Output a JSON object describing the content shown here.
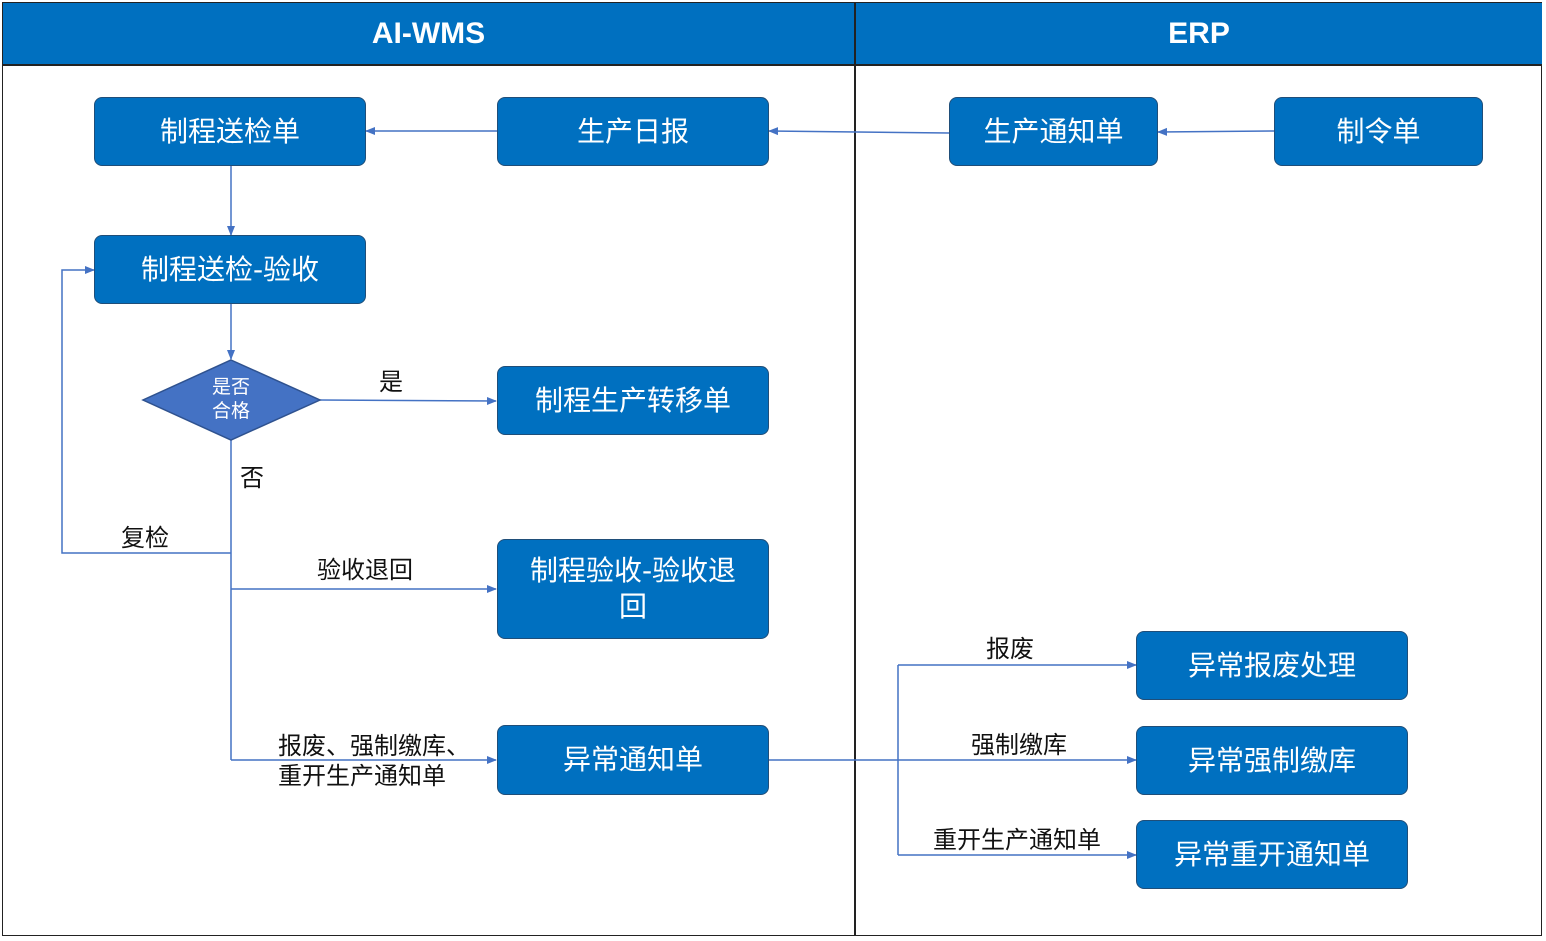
{
  "lanes": {
    "left": "AI-WMS",
    "right": "ERP"
  },
  "nodes": {
    "inspection_order": "制程送检单",
    "daily_report": "生产日报",
    "production_notice": "生产通知单",
    "order": "制令单",
    "inspection_accept": "制程送检-验收",
    "decision_line1": "是否",
    "decision_line2": "合格",
    "transfer_order": "制程生产转移单",
    "accept_return": "制程验收-验收退回",
    "exception_notice": "异常通知单",
    "scrap_handling": "异常报废处理",
    "forced_stock": "异常强制缴库",
    "reopen_notice": "异常重开通知单"
  },
  "labels": {
    "yes": "是",
    "no": "否",
    "recheck": "复检",
    "return": "验收退回",
    "exception_options_line1": "报废、强制缴库、",
    "exception_options_line2": "重开生产通知单",
    "scrap": "报废",
    "forced": "强制缴库",
    "reopen": "重开生产通知单"
  },
  "colors": {
    "box_fill": "#0070C0",
    "diamond_fill": "#4472C4",
    "connector": "#4472C4"
  }
}
